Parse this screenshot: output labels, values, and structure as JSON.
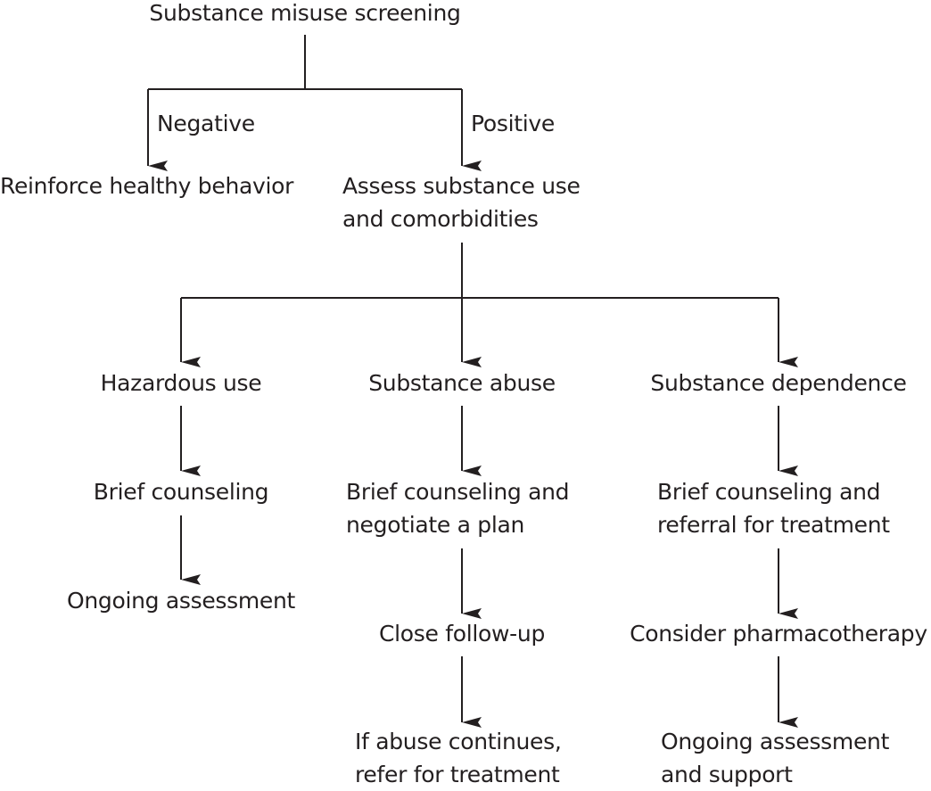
{
  "diagram": {
    "title": "Substance misuse screening",
    "edge_labels": {
      "negative": "Negative",
      "positive": "Positive"
    },
    "nodes": {
      "reinforce": "Reinforce healthy behavior",
      "assess_line1": "Assess substance use",
      "assess_line2": "and comorbidities",
      "hazardous": "Hazardous use",
      "abuse": "Substance abuse",
      "dependence": "Substance dependence",
      "haz_counsel": "Brief counseling",
      "haz_ongoing": "Ongoing assessment",
      "abuse_counsel_line1": "Brief counseling and",
      "abuse_counsel_line2": "negotiate a plan",
      "abuse_followup": "Close follow-up",
      "abuse_refer_line1": "If abuse continues,",
      "abuse_refer_line2": "refer for treatment",
      "dep_counsel_line1": "Brief counseling and",
      "dep_counsel_line2": "referral for treatment",
      "dep_pharma": "Consider pharmacotherapy",
      "dep_ongoing_line1": "Ongoing assessment",
      "dep_ongoing_line2": "and support"
    },
    "colors": {
      "line": "#231f20",
      "text": "#231f20"
    }
  }
}
